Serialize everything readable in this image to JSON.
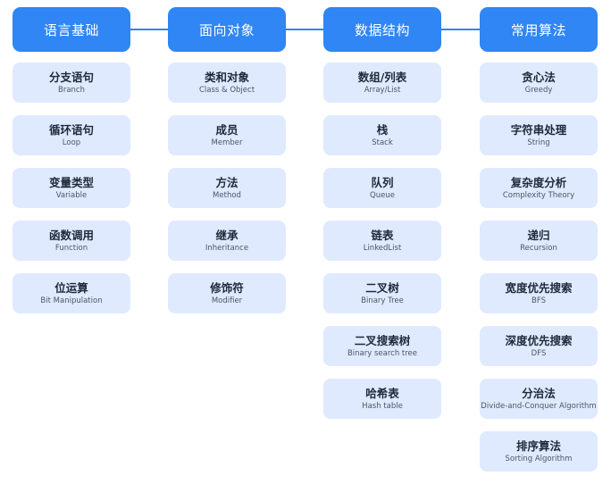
{
  "columns": [
    {
      "title": "语言基础",
      "items": [
        {
          "cn": "分支语句",
          "en": "Branch"
        },
        {
          "cn": "循环语句",
          "en": "Loop"
        },
        {
          "cn": "变量类型",
          "en": "Variable"
        },
        {
          "cn": "函数调用",
          "en": "Function"
        },
        {
          "cn": "位运算",
          "en": "Bit Manipulation"
        }
      ]
    },
    {
      "title": "面向对象",
      "items": [
        {
          "cn": "类和对象",
          "en": "Class & Object"
        },
        {
          "cn": "成员",
          "en": "Member"
        },
        {
          "cn": "方法",
          "en": "Method"
        },
        {
          "cn": "继承",
          "en": "Inheritance"
        },
        {
          "cn": "修饰符",
          "en": "Modifier"
        }
      ]
    },
    {
      "title": "数据结构",
      "items": [
        {
          "cn": "数组/列表",
          "en": "Array/List"
        },
        {
          "cn": "栈",
          "en": "Stack"
        },
        {
          "cn": "队列",
          "en": "Queue"
        },
        {
          "cn": "链表",
          "en": "LinkedList"
        },
        {
          "cn": "二叉树",
          "en": "Binary Tree"
        },
        {
          "cn": "二叉搜索树",
          "en": "Binary search tree"
        },
        {
          "cn": "哈希表",
          "en": "Hash table"
        }
      ]
    },
    {
      "title": "常用算法",
      "items": [
        {
          "cn": "贪心法",
          "en": "Greedy"
        },
        {
          "cn": "字符串处理",
          "en": "String"
        },
        {
          "cn": "复杂度分析",
          "en": "Complexity Theory"
        },
        {
          "cn": "递归",
          "en": "Recursion"
        },
        {
          "cn": "宽度优先搜索",
          "en": "BFS"
        },
        {
          "cn": "深度优先搜索",
          "en": "DFS"
        },
        {
          "cn": "分治法",
          "en": "Divide-and-Conquer Algorithm"
        },
        {
          "cn": "排序算法",
          "en": "Sorting Algorithm"
        }
      ]
    }
  ],
  "colors": {
    "header": "#2f86f4",
    "item": "#dfeaff",
    "connector": "#2f86f4"
  }
}
